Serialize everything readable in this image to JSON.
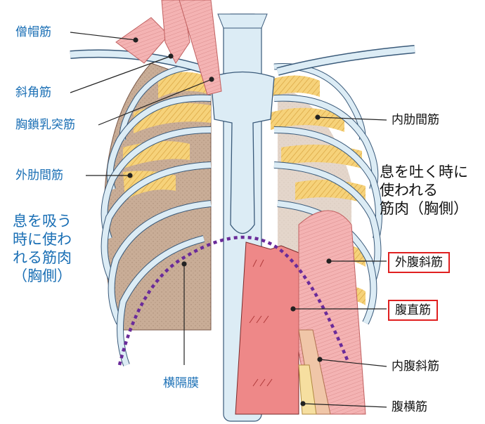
{
  "colors": {
    "bone_fill": "#dcecf5",
    "bone_stroke": "#3a5a7a",
    "muscle_pink": "#f4b3b3",
    "rectus": "#ee8888",
    "intercostal_yellow": "#f6d27a",
    "lung_tan": "#c9ad97",
    "diaphragm": "#6a2b9a",
    "label_blue": "#1a6fb5",
    "highlight_red": "#e02020"
  },
  "labels_left": {
    "trapezius": "僧帽筋",
    "scalene": "斜角筋",
    "sternocleidomastoid": "胸鎖乳突筋",
    "external_intercostal": "外肋間筋"
  },
  "inhale_note": [
    "息を吸う",
    "時に使わ",
    "れる筋肉",
    "（胸側）"
  ],
  "labels_right": {
    "internal_intercostal": "内肋間筋",
    "external_oblique": "外腹斜筋",
    "rectus_abdominis": "腹直筋",
    "internal_oblique": "内腹斜筋",
    "transversus": "腹横筋"
  },
  "exhale_note": [
    "息を吐く時に",
    "使われる",
    "筋肉（胸側）"
  ],
  "diaphragm_label": "横隔膜"
}
